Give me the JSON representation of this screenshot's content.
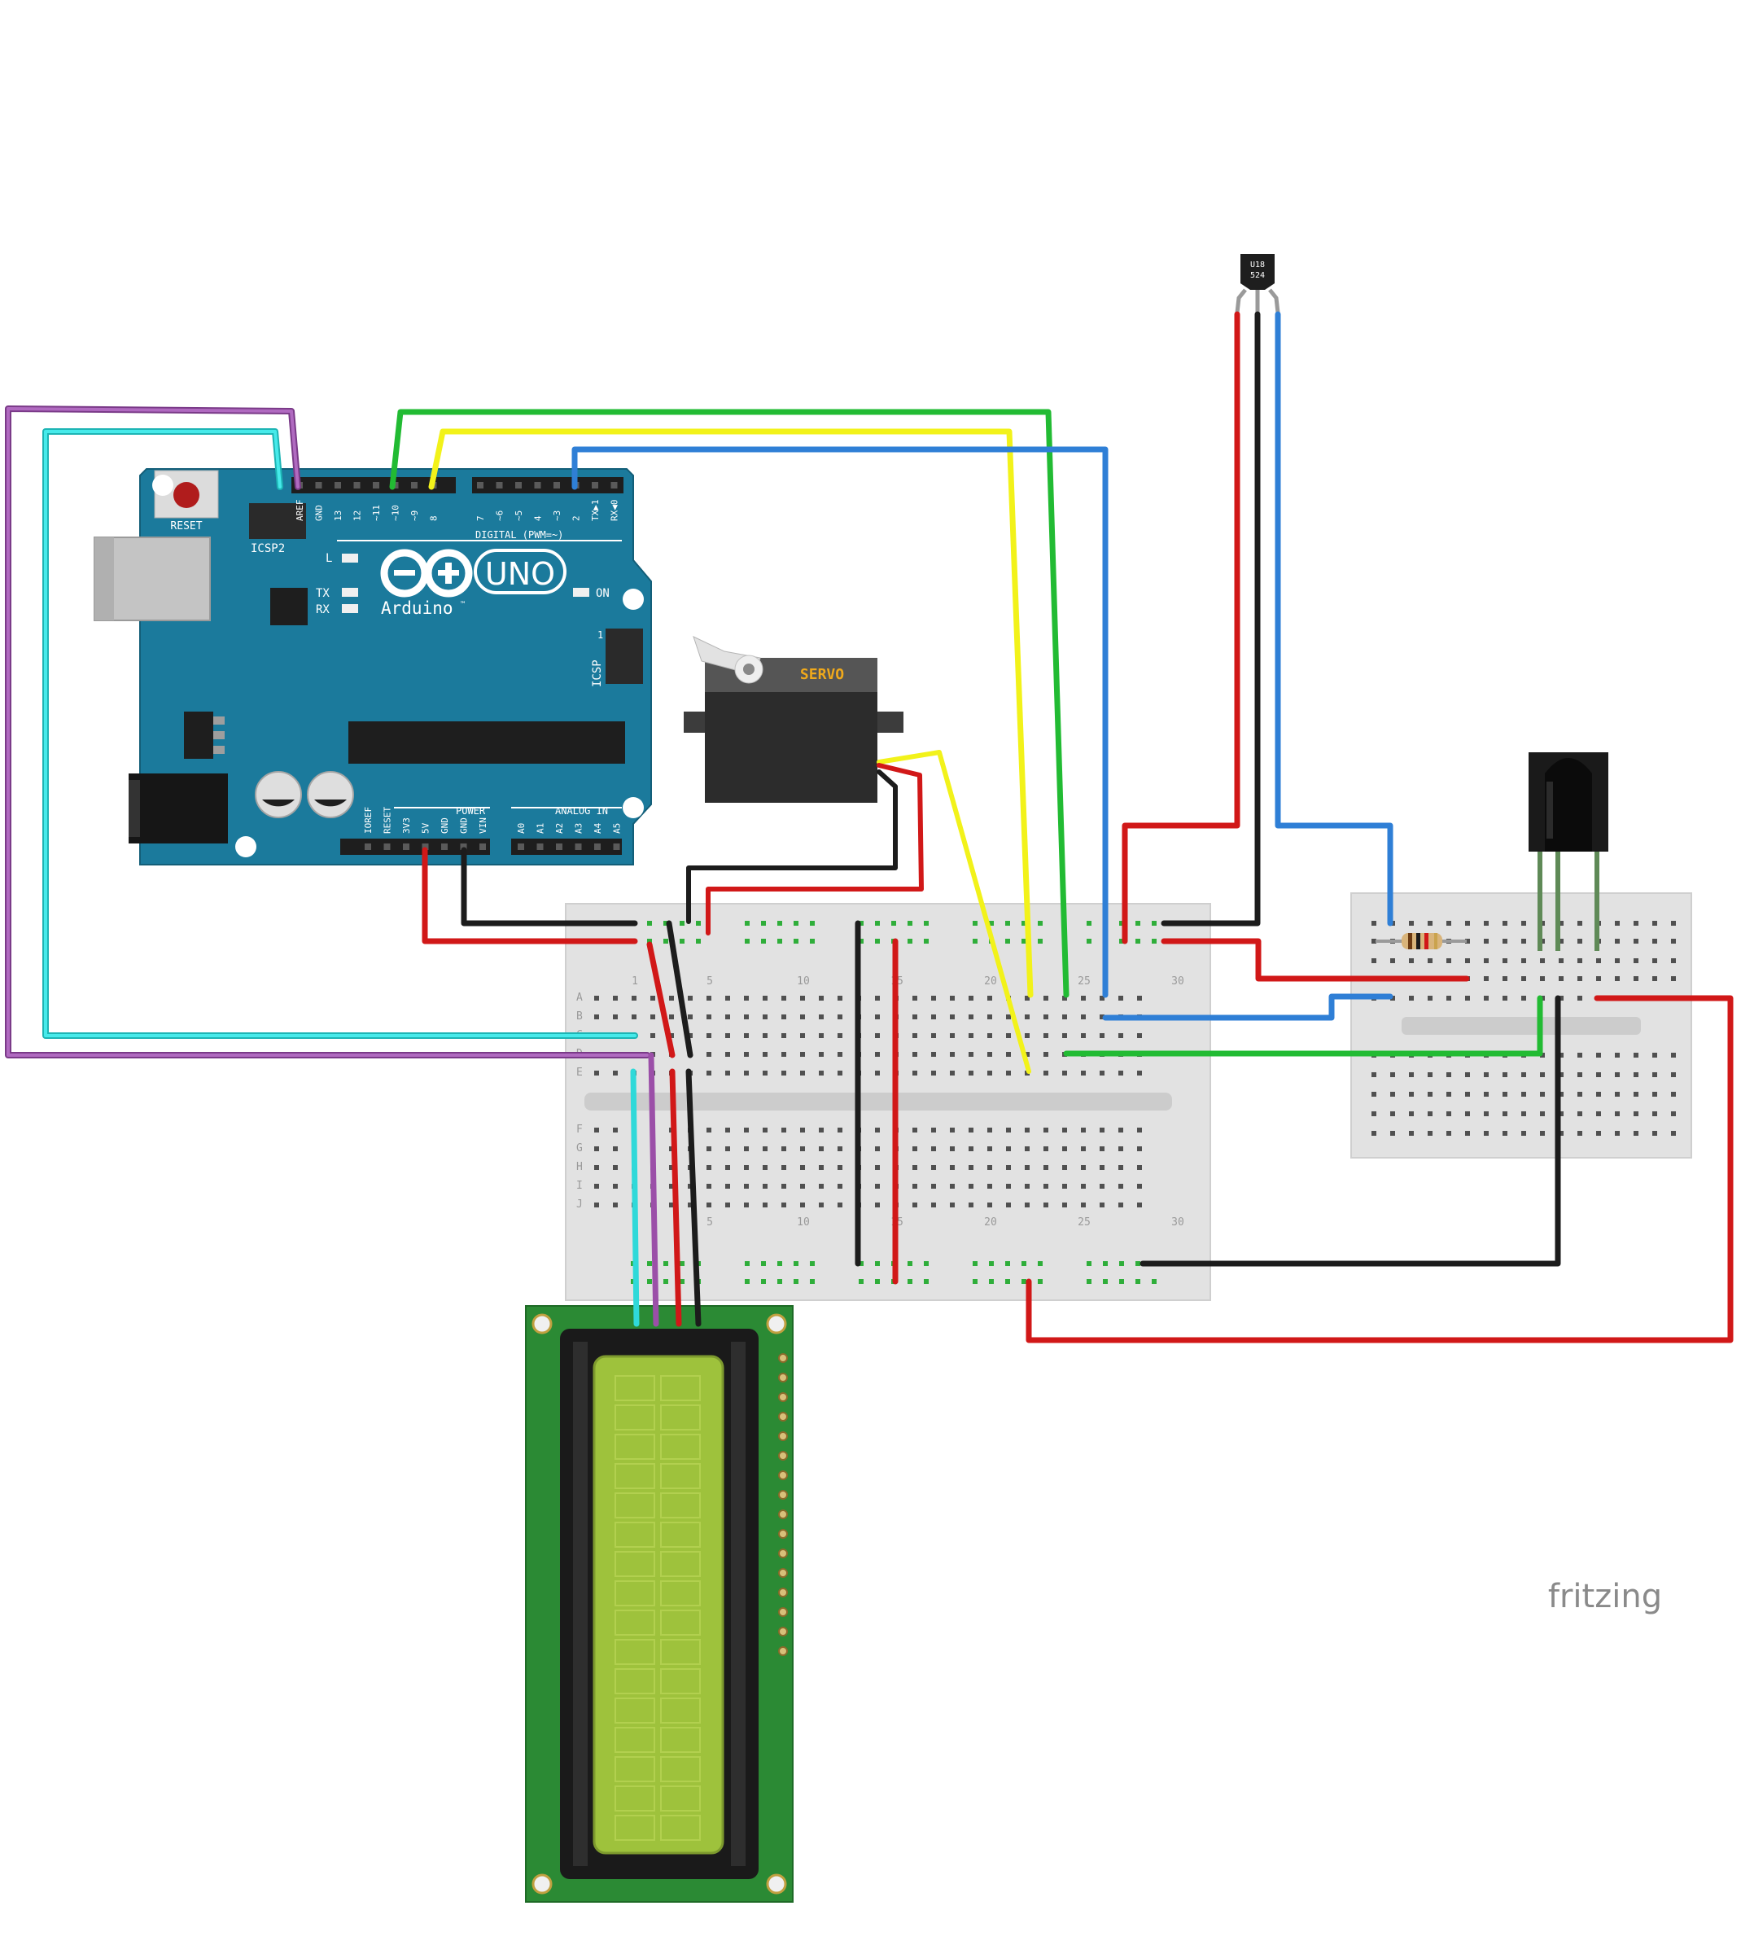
{
  "arduino": {
    "reset_label": "RESET",
    "icsp2_label": "ICSP2",
    "icsp_label": "ICSP",
    "digital_label": "DIGITAL (PWM=~)",
    "brand": "Arduino",
    "tm": "™",
    "model": "UNO",
    "led_l": "L",
    "led_tx": "TX",
    "led_rx": "RX",
    "led_on": "ON",
    "icsp_pin1": "1",
    "power_label": "POWER",
    "analog_label": "ANALOG IN",
    "digital_pins": [
      "AREF",
      "GND",
      "13",
      "12",
      "~11",
      "~10",
      "~9",
      "8",
      "7",
      "~6",
      "~5",
      "4",
      "~3",
      "2",
      "TX▶1",
      "RX◀0"
    ],
    "power_pins": [
      "IOREF",
      "RESET",
      "3V3",
      "5V",
      "GND",
      "GND",
      "VIN"
    ],
    "analog_pins": [
      "A0",
      "A1",
      "A2",
      "A3",
      "A4",
      "A5"
    ]
  },
  "servo": {
    "label": "SERVO"
  },
  "sensor": {
    "line1": "U18",
    "line2": "524"
  },
  "breadboard": {
    "row_labels_top": [
      "A",
      "B",
      "C",
      "D",
      "E"
    ],
    "row_labels_bottom": [
      "F",
      "G",
      "H",
      "I",
      "J"
    ],
    "col_numbers": [
      "1",
      "5",
      "10",
      "15",
      "20",
      "25",
      "30"
    ]
  },
  "watermark": "fritzing",
  "colors": {
    "board_blue": "#1b7a9c",
    "wire_red": "#d11818",
    "wire_black": "#1c1c1c",
    "wire_blue": "#2f7fd6",
    "wire_green": "#22bb33",
    "wire_yellow": "#f2f21a",
    "wire_cyan": "#2fd9d9",
    "wire_purple": "#9b4fa8",
    "lcd_pcb": "#2b8a34",
    "lcd_screen": "#9ec23c"
  }
}
